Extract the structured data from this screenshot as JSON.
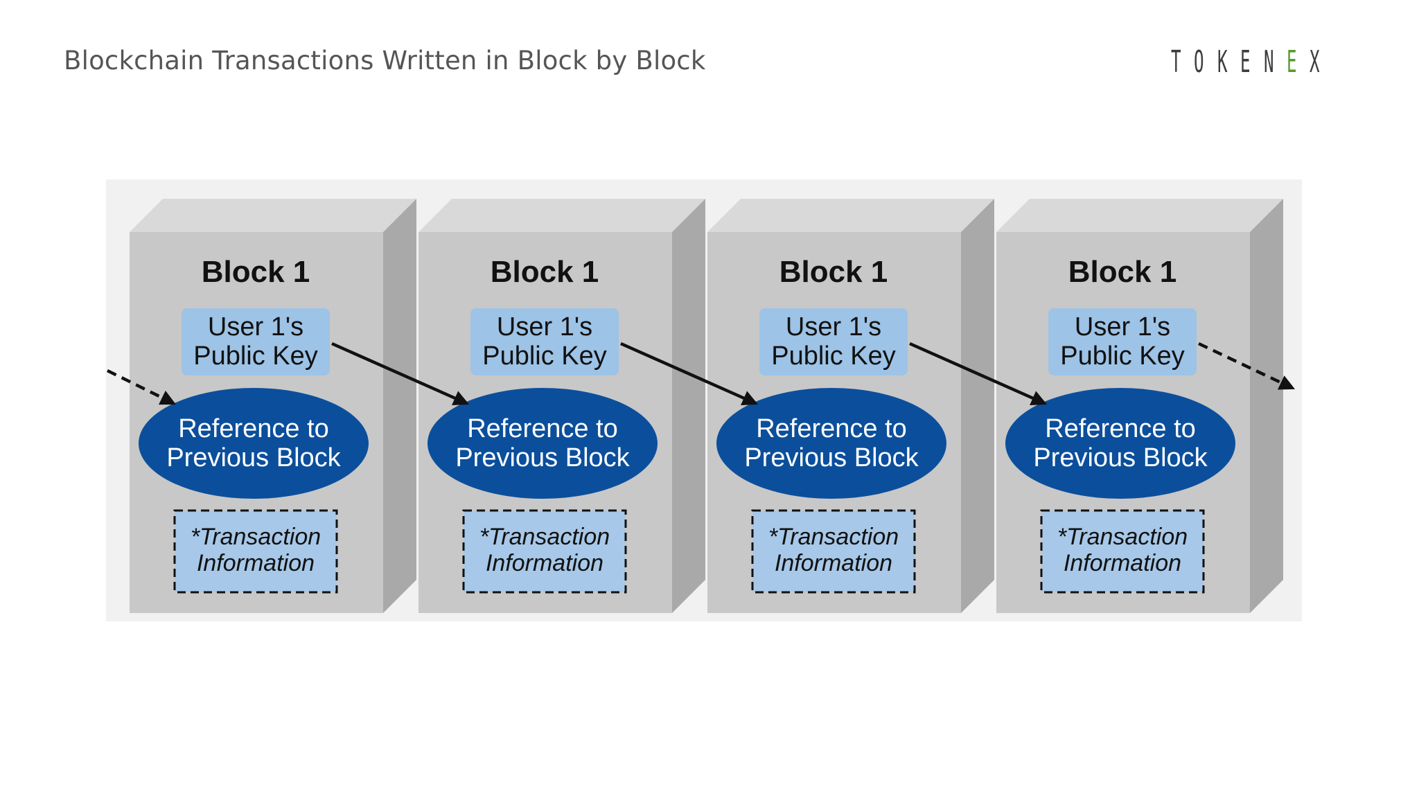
{
  "slide": {
    "title": "Blockchain Transactions Written in Block by Block"
  },
  "logo": {
    "letters": [
      "T",
      "O",
      "K",
      "E",
      "N",
      "E",
      "X"
    ],
    "accent_index": 5,
    "text_color": "#3d3d3d",
    "accent_color": "#5a9a2e"
  },
  "diagram": {
    "colors": {
      "block_front": "#c8c8c8",
      "block_top": "#d9d9d9",
      "block_side": "#a9a9a9",
      "key_box": "#9dc3e6",
      "ellipse": "#0b4f9c",
      "tx_box": "#a7c8e8",
      "arrow": "#111111"
    },
    "blocks": [
      {
        "title": "Block 1",
        "key": [
          "User 1's",
          "Public Key"
        ],
        "reference": [
          "Reference to",
          "Previous Block"
        ],
        "transaction": [
          "*Transaction",
          "Information"
        ]
      },
      {
        "title": "Block 1",
        "key": [
          "User 1's",
          "Public Key"
        ],
        "reference": [
          "Reference to",
          "Previous Block"
        ],
        "transaction": [
          "*Transaction",
          "Information"
        ]
      },
      {
        "title": "Block 1",
        "key": [
          "User 1's",
          "Public Key"
        ],
        "reference": [
          "Reference to",
          "Previous Block"
        ],
        "transaction": [
          "*Transaction",
          "Information"
        ]
      },
      {
        "title": "Block 1",
        "key": [
          "User 1's",
          "Public Key"
        ],
        "reference": [
          "Reference to",
          "Previous Block"
        ],
        "transaction": [
          "*Transaction",
          "Information"
        ]
      }
    ]
  }
}
